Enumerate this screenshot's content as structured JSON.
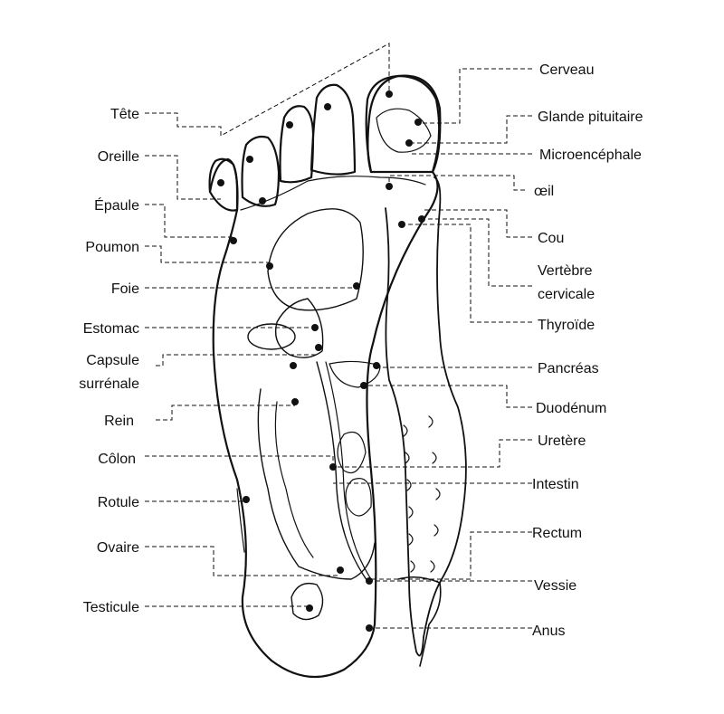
{
  "left_labels": [
    {
      "id": "tete",
      "text": "Tête"
    },
    {
      "id": "oreille",
      "text": "Oreille"
    },
    {
      "id": "epaule",
      "text": "Épaule"
    },
    {
      "id": "poumon",
      "text": "Poumon"
    },
    {
      "id": "foie",
      "text": "Foie"
    },
    {
      "id": "estomac",
      "text": "Estomac"
    },
    {
      "id": "capsule",
      "text": "Capsule"
    },
    {
      "id": "surrenale",
      "text": "surrénale"
    },
    {
      "id": "rein",
      "text": "Rein"
    },
    {
      "id": "colon",
      "text": "Côlon"
    },
    {
      "id": "rotule",
      "text": "Rotule"
    },
    {
      "id": "ovaire",
      "text": "Ovaire"
    },
    {
      "id": "testicule",
      "text": "Testicule"
    }
  ],
  "right_labels": [
    {
      "id": "cerveau",
      "text": "Cerveau"
    },
    {
      "id": "glande-pituitaire",
      "text": "Glande pituitaire"
    },
    {
      "id": "microencephale",
      "text": "Microencéphale"
    },
    {
      "id": "oeil",
      "text": "œil"
    },
    {
      "id": "cou",
      "text": "Cou"
    },
    {
      "id": "vertebre",
      "text": "Vertèbre"
    },
    {
      "id": "cervicale",
      "text": "cervicale"
    },
    {
      "id": "thyroide",
      "text": "Thyroïde"
    },
    {
      "id": "pancreas",
      "text": "Pancréas"
    },
    {
      "id": "duodenum",
      "text": "Duodénum"
    },
    {
      "id": "uretere",
      "text": "Uretère"
    },
    {
      "id": "intestin",
      "text": "Intestin"
    },
    {
      "id": "rectum",
      "text": "Rectum"
    },
    {
      "id": "vessie",
      "text": "Vessie"
    },
    {
      "id": "anus",
      "text": "Anus"
    }
  ]
}
